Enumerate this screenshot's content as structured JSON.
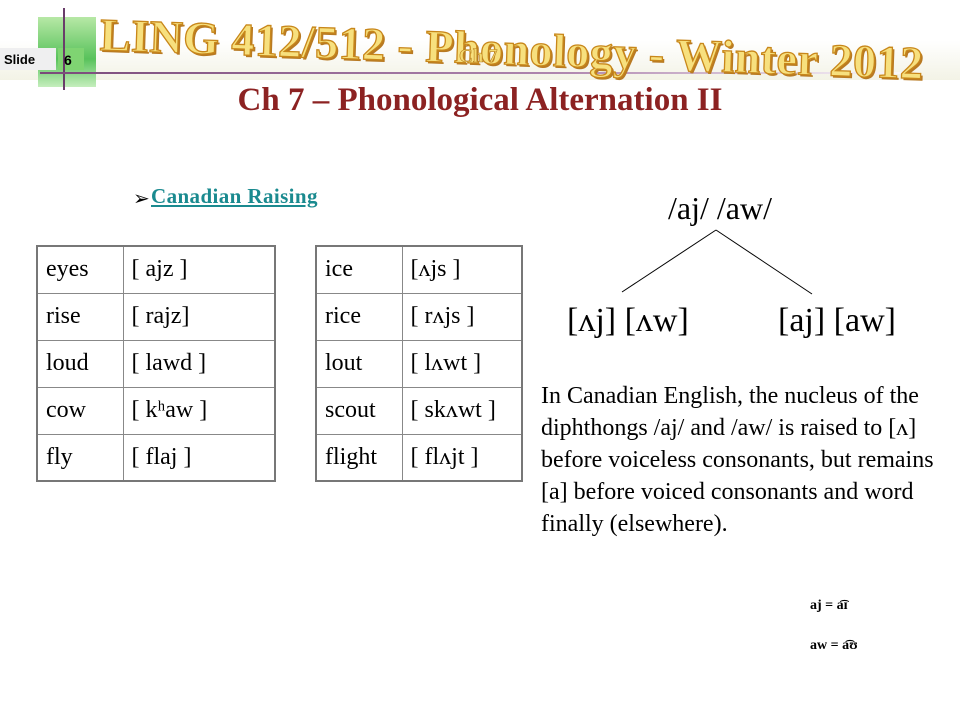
{
  "header": {
    "course_title": "LING 412/512 - Phonology - Winter 2012",
    "chapter_tag": "Ch 7",
    "slide_label": "Slide",
    "slide_number": "6"
  },
  "page_title": "Ch 7 – Phonological Alternation II",
  "topic": {
    "bullet": "➢",
    "link_text": "Canadian Raising"
  },
  "voiced_table": [
    {
      "word": "eyes",
      "transcription": "[ ajz ]"
    },
    {
      "word": "rise",
      "transcription": "[ rajz]"
    },
    {
      "word": "loud",
      "transcription": "[ lawd ]"
    },
    {
      "word": "cow",
      "transcription": "[ kʰaw ]"
    },
    {
      "word": "fly",
      "transcription": "[ flaj ]"
    }
  ],
  "voiceless_table": [
    {
      "word": "ice",
      "transcription": "[ʌjs ]"
    },
    {
      "word": "rice",
      "transcription": "[ rʌjs ]"
    },
    {
      "word": "lout",
      "transcription": "[ lʌwt ]"
    },
    {
      "word": "scout",
      "transcription": "[ skʌwt ]"
    },
    {
      "word": "flight",
      "transcription": "[ flʌjt ]"
    }
  ],
  "tree": {
    "root": "/aj/ /aw/",
    "left": "[ʌj] [ʌw]",
    "right": "[aj] [aw]"
  },
  "explanation": "In Canadian English, the nucleus of the diphthongs /aj/ and /aw/ is raised to [ʌ] before voiceless consonants, but remains [a] before voiced consonants and word finally (elsewhere).",
  "equivalences": [
    {
      "label": "aj = a͡ɪ"
    },
    {
      "label": "aw = a͡ʊ"
    }
  ]
}
